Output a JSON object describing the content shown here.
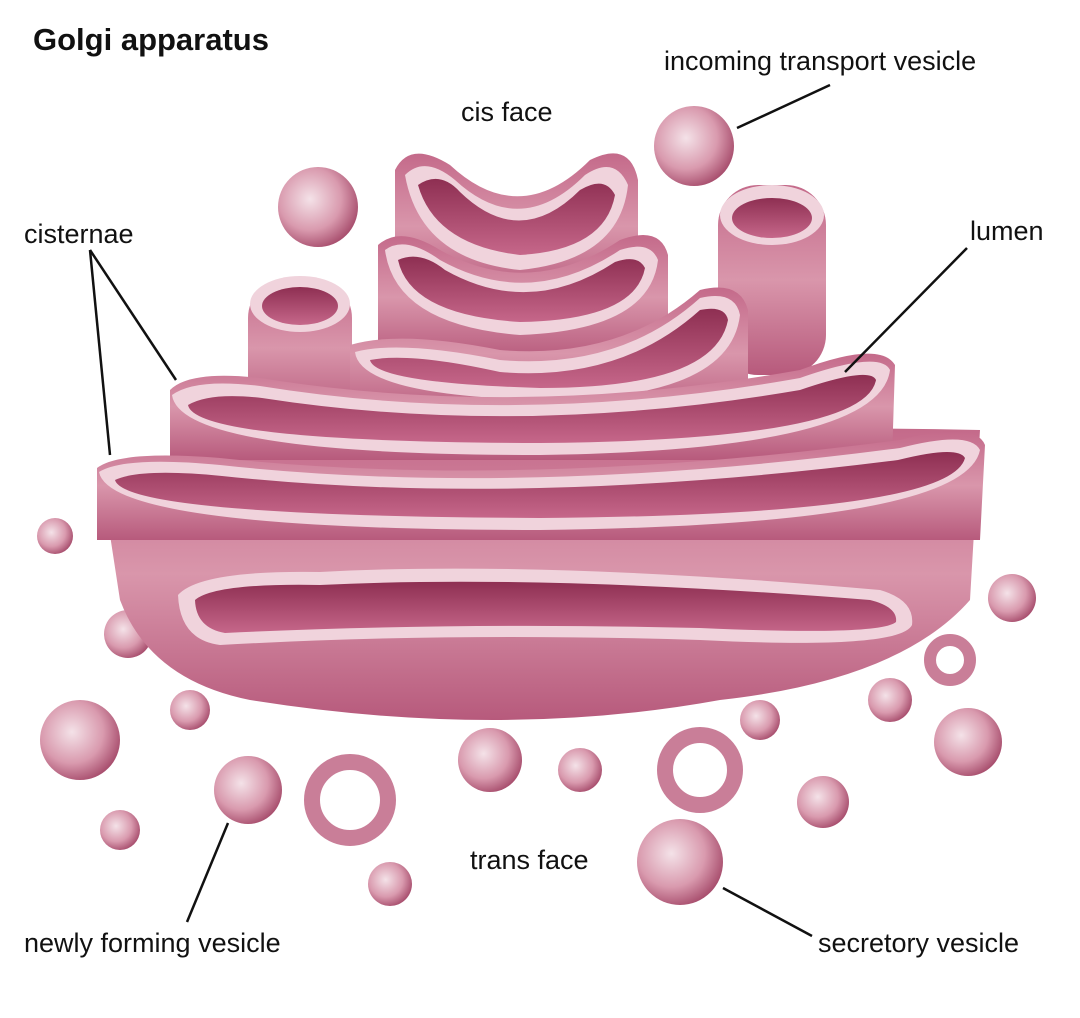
{
  "title": "Golgi apparatus",
  "labels": {
    "incoming_transport_vesicle": "incoming transport vesicle",
    "cis_face": "cis face",
    "cisternae": "cisternae",
    "lumen": "lumen",
    "trans_face": "trans face",
    "newly_forming_vesicle": "newly forming vesicle",
    "secretory_vesicle": "secretory vesicle"
  },
  "colors": {
    "membrane_light": "#f0d3dc",
    "membrane_mid": "#c56f8c",
    "membrane_dark": "#8e2f52",
    "lumen_dark": "#9d3a62",
    "leader_line": "#111111",
    "background": "#ffffff"
  }
}
